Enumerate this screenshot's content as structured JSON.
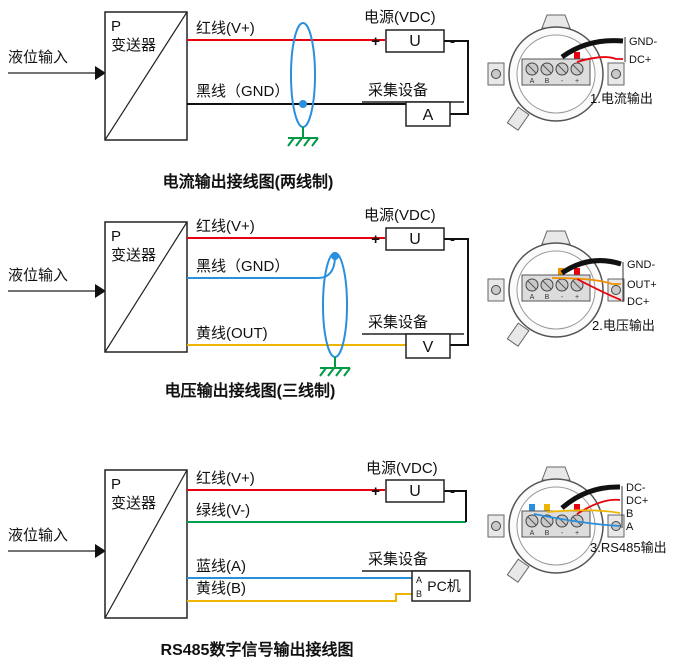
{
  "colors": {
    "red": "#e8000d",
    "black": "#111111",
    "blue": "#2a8fdd",
    "yellow": "#eeb500",
    "green": "#00a04d",
    "orange": "#f09000",
    "shield_blue": "#2a8fdd",
    "ground_green": "#009944"
  },
  "sections": [
    {
      "input_label": "液位输入",
      "transmitter": {
        "p": "P",
        "name": "变送器"
      },
      "wires": [
        {
          "label": "红线(V+)",
          "color": "#e8000d"
        },
        {
          "label": "黑线（GND）",
          "color": "#111111"
        }
      ],
      "power": {
        "label": "电源(VDC)",
        "unit": "U",
        "plus": "+",
        "minus": "-"
      },
      "collector": {
        "label": "采集设备",
        "unit": "A"
      },
      "caption": "电流输出接线图(两线制)",
      "device": {
        "terminals": [
          "A",
          "B",
          "-",
          "+"
        ],
        "leads": [
          {
            "label": "GND-",
            "color": "#111111"
          },
          {
            "label": "DC+",
            "color": "#e8000d"
          }
        ],
        "caption": "1.电流输出"
      }
    },
    {
      "input_label": "液位输入",
      "transmitter": {
        "p": "P",
        "name": "变送器"
      },
      "wires": [
        {
          "label": "红线(V+)",
          "color": "#e8000d"
        },
        {
          "label": "黑线（GND）",
          "color": "#2a8fdd"
        },
        {
          "label": "黄线(OUT)",
          "color": "#eeb500"
        }
      ],
      "power": {
        "label": "电源(VDC)",
        "unit": "U",
        "plus": "+",
        "minus": "-"
      },
      "collector": {
        "label": "采集设备",
        "unit": "V"
      },
      "caption": "电压输出接线图(三线制)",
      "device": {
        "terminals": [
          "A",
          "B",
          "-",
          "+"
        ],
        "leads": [
          {
            "label": "GND-",
            "color": "#111111"
          },
          {
            "label": "OUT+",
            "color": "#f09000"
          },
          {
            "label": "DC+",
            "color": "#e8000d"
          }
        ],
        "caption": "2.电压输出"
      }
    },
    {
      "input_label": "液位输入",
      "transmitter": {
        "p": "P",
        "name": "变送器"
      },
      "wires": [
        {
          "label": "红线(V+)",
          "color": "#e8000d"
        },
        {
          "label": "绿线(V-)",
          "color": "#00a04d"
        },
        {
          "label": "蓝线(A)",
          "color": "#2a8fdd"
        },
        {
          "label": "黄线(B)",
          "color": "#eeb500"
        }
      ],
      "power": {
        "label": "电源(VDC)",
        "unit": "U",
        "plus": "+",
        "minus": "-"
      },
      "collector": {
        "label": "采集设备",
        "unit": "PC机",
        "ports": [
          "A",
          "B"
        ]
      },
      "caption": "RS485数字信号输出接线图",
      "device": {
        "terminals": [
          "A",
          "B",
          "-",
          "+"
        ],
        "leads": [
          {
            "label": "DC-",
            "color": "#111111"
          },
          {
            "label": "DC+",
            "color": "#e8000d"
          },
          {
            "label": "B",
            "color": "#eeb500"
          },
          {
            "label": "A",
            "color": "#2a8fdd"
          }
        ],
        "caption": "3.RS485输出"
      }
    }
  ]
}
